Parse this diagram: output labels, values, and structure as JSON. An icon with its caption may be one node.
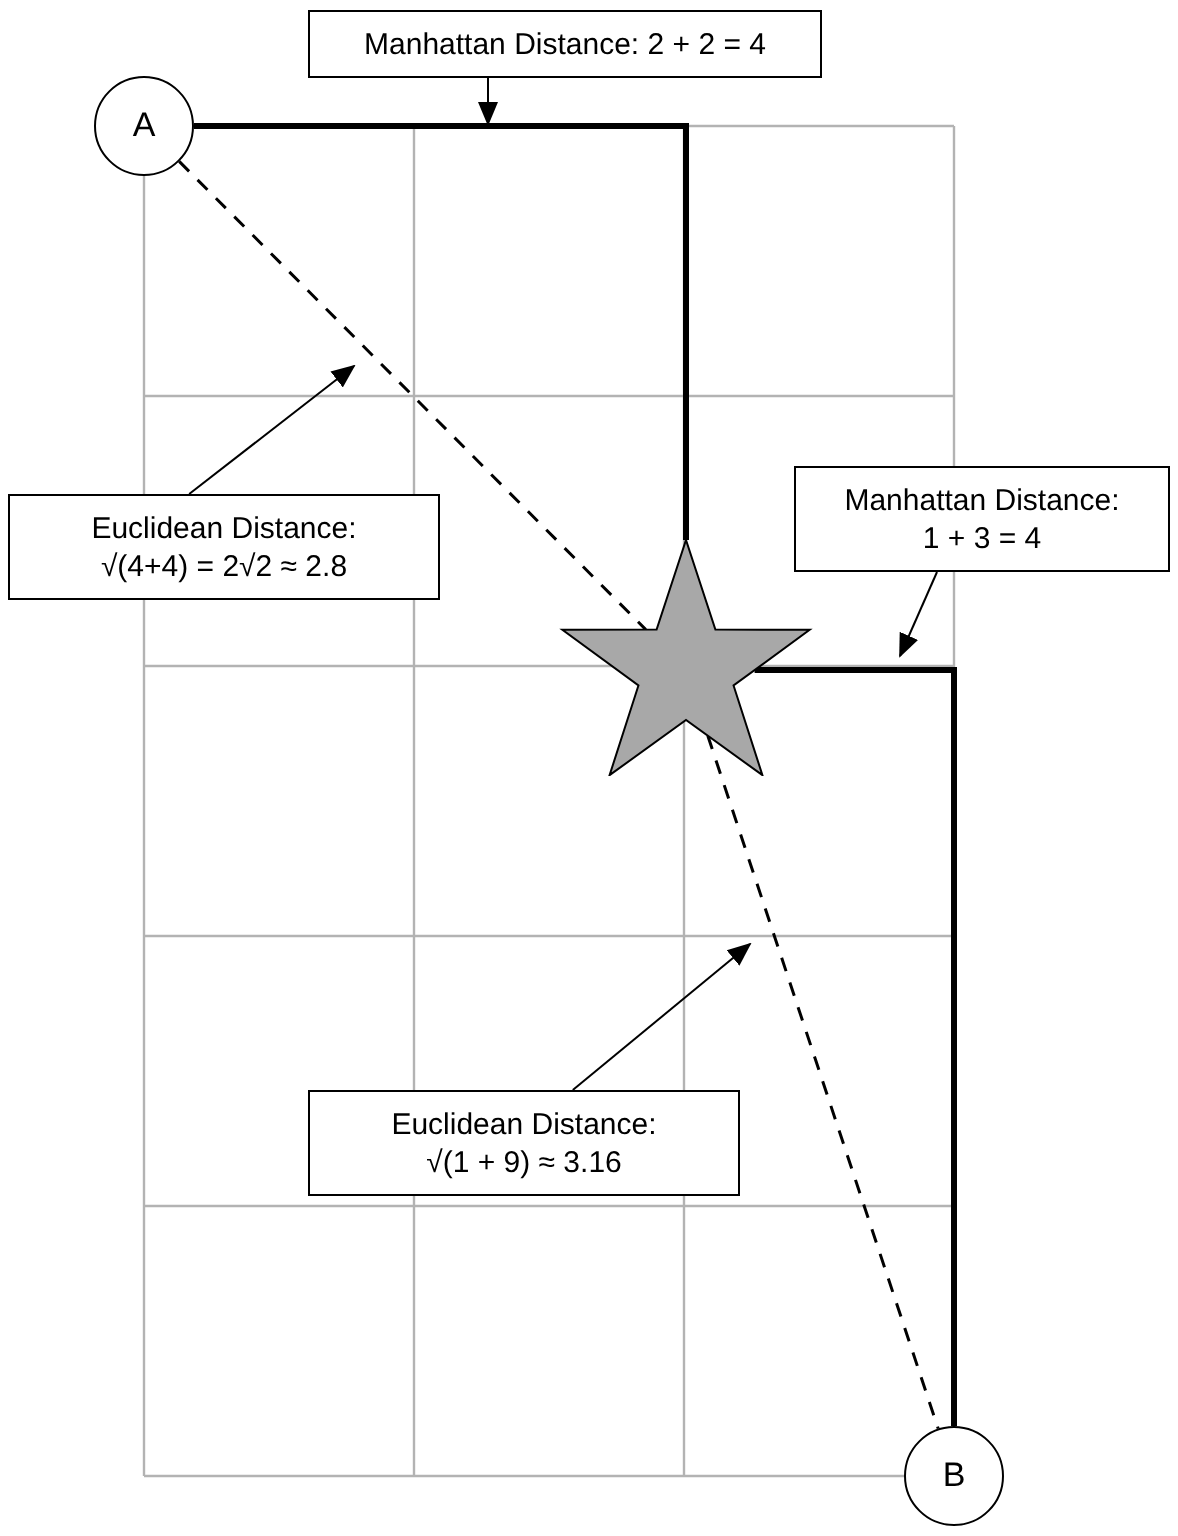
{
  "diagram": {
    "nodes": [
      {
        "text": [
          "Manhattan Distance: 2 + 2 = 4"
        ]
      },
      {
        "text": [
          "A"
        ]
      },
      {
        "text": [
          "Euclidean Distance:",
          "√(4+4) = 2√2 ≈ 2.8"
        ]
      },
      {
        "text": [
          "Manhattan Distance:",
          "1 + 3 = 4"
        ]
      },
      {
        "text": [],
        "shape": "star"
      },
      {
        "text": [
          "Euclidean Distance:",
          "√(1 + 9) ≈ 3.16"
        ]
      },
      {
        "text": [
          "B"
        ]
      }
    ],
    "edges": [
      {
        "from": 1,
        "to": 4,
        "arrow": "none",
        "style": "thick"
      },
      {
        "from": 4,
        "to": 6,
        "arrow": "none",
        "style": "thick"
      },
      {
        "from": 1,
        "to": 4,
        "arrow": "none",
        "style": "dashed"
      },
      {
        "from": 4,
        "to": 6,
        "arrow": "none",
        "style": "dashed"
      },
      {
        "from": 0,
        "to": null,
        "arrow": "to"
      },
      {
        "from": 2,
        "to": null,
        "arrow": "to"
      },
      {
        "from": 3,
        "to": null,
        "arrow": "to"
      },
      {
        "from": 5,
        "to": null,
        "arrow": "to"
      }
    ]
  }
}
